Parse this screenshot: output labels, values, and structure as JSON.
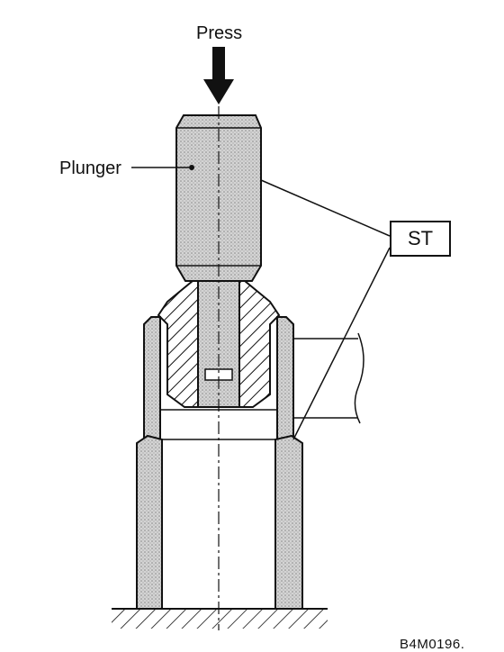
{
  "labels": {
    "press": "Press",
    "plunger": "Plunger",
    "st": "ST",
    "figure_code": "B4M0196."
  },
  "colors": {
    "ink": "#111111",
    "background": "#ffffff",
    "stipple": "#c8c8c8"
  }
}
